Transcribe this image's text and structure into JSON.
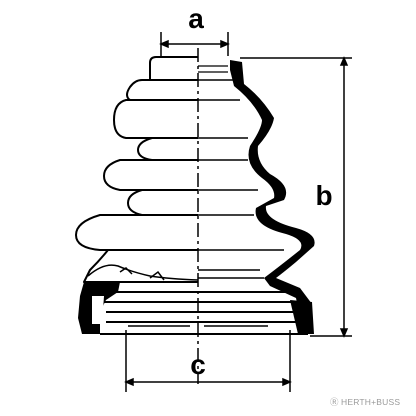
{
  "dimensions": {
    "a": "a",
    "b": "b",
    "c": "c"
  },
  "watermark": {
    "text": "HERTH+BUSS",
    "mark": "Ⓡ"
  },
  "colors": {
    "line": "#000000",
    "fill": "#ffffff",
    "watermark": "#9a9a9a"
  }
}
